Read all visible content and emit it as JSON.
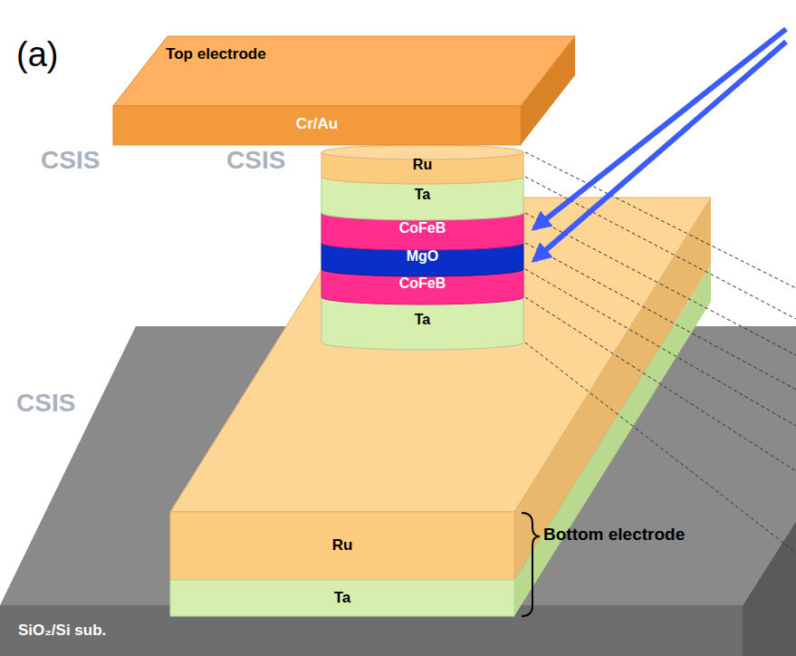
{
  "diagram": {
    "nodes": [
      {
        "text": [
          "Top electrode",
          "Cr/Au"
        ]
      },
      {
        "text": [
          "Ru"
        ]
      },
      {
        "text": [
          "Ta"
        ]
      },
      {
        "text": [
          "CoFeB"
        ]
      },
      {
        "text": [
          "MgO"
        ]
      },
      {
        "text": [
          "CoFeB"
        ]
      },
      {
        "text": [
          "Ta"
        ]
      },
      {
        "text": [
          "Ru"
        ]
      },
      {
        "text": [
          "Ta"
        ]
      },
      {
        "text": [
          "SiO₂/Si sub."
        ]
      }
    ],
    "labels": [
      "(a)",
      "CSIS",
      "CSIS",
      "CSIS",
      "Bottom electrode"
    ]
  }
}
